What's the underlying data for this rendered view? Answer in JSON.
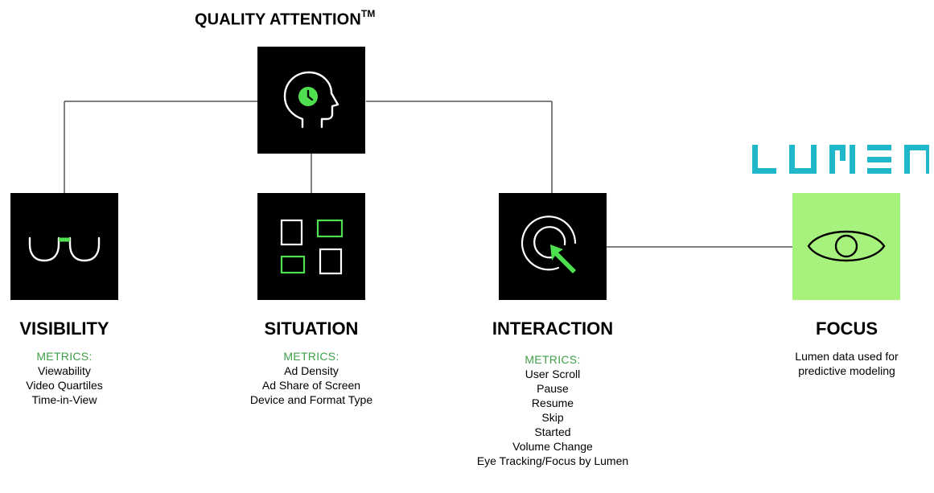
{
  "title": {
    "main": "QUALITY ATTENTION",
    "sup": "TM"
  },
  "colors": {
    "accent_green": "#4ee04e",
    "focus_bg": "#a7f27d",
    "metrics_label": "#3f9e4a",
    "logo_teal": "#1fb7c9",
    "connector": "#555555"
  },
  "root": {
    "icon": "head-clock-icon"
  },
  "logo": {
    "text": "LUMEN"
  },
  "columns": [
    {
      "title": "VISIBILITY",
      "icon": "glasses-icon",
      "metrics_label": "METRICS:",
      "metrics": [
        "Viewability",
        "Video Quartiles",
        "Time-in-View"
      ]
    },
    {
      "title": "SITUATION",
      "icon": "screen-layout-icon",
      "metrics_label": "METRICS:",
      "metrics": [
        "Ad Density",
        "Ad Share of Screen",
        "Device and Format Type"
      ]
    },
    {
      "title": "INTERACTION",
      "icon": "cursor-click-icon",
      "metrics_label": "METRICS:",
      "metrics": [
        "User Scroll",
        "Pause",
        "Resume",
        "Skip",
        "Started",
        "Volume Change",
        "Eye Tracking/Focus by Lumen"
      ]
    },
    {
      "title": "FOCUS",
      "icon": "eye-icon",
      "description": "Lumen data used for predictive modeling"
    }
  ]
}
